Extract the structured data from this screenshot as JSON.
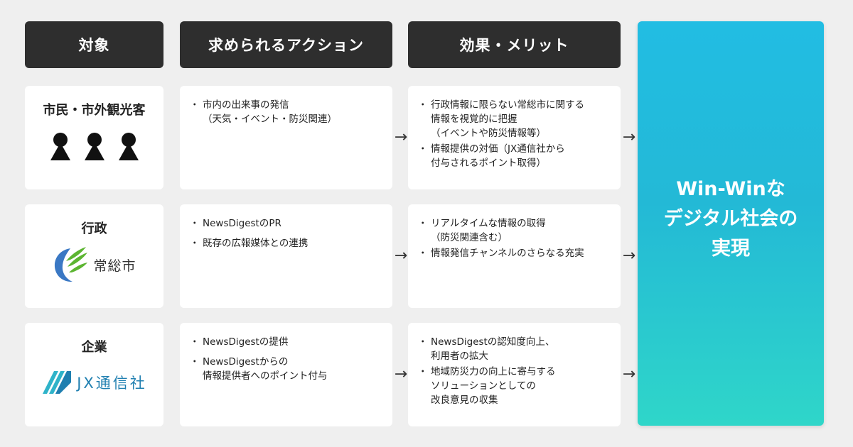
{
  "headers": {
    "target": "対象",
    "action": "求められるアクション",
    "effect": "効果・メリット"
  },
  "rows": [
    {
      "target": "市民・市外観光客",
      "icon": "people-icon",
      "actions": [
        "市内の出来事の発信\n（天気・イベント・防災関連）"
      ],
      "effects": [
        "行政情報に限らない常総市に関する\n情報を視覚的に把握\n（イベントや防災情報等）",
        "情報提供の対価（JX通信社から\n付与されるポイント取得）"
      ]
    },
    {
      "target": "行政",
      "logo_text": "常総市",
      "actions": [
        "NewsDigestのPR",
        "既存の広報媒体との連携"
      ],
      "effects": [
        "リアルタイムな情報の取得\n（防災関連含む）",
        "情報発信チャンネルのさらなる充実"
      ]
    },
    {
      "target": "企業",
      "logo_text": "JX通信社",
      "actions": [
        "NewsDigestの提供",
        "NewsDigestからの\n情報提供者へのポイント付与"
      ],
      "effects": [
        "NewsDigestの認知度向上、\n利用者の拡大",
        "地域防災力の向上に寄与する\nソリューションとしての\n改良意見の収集"
      ]
    }
  ],
  "result": "Win-Winな\nデジタル社会の\n実現",
  "colors": {
    "header_bg": "#2e2e2e",
    "result_top": "#22bde3",
    "result_bottom": "#2fd6c9",
    "city_logo_green": "#5cb531",
    "city_logo_blue": "#3a78c4",
    "jx_blue": "#1f7fb0",
    "jx_cyan": "#2fb3c9"
  }
}
